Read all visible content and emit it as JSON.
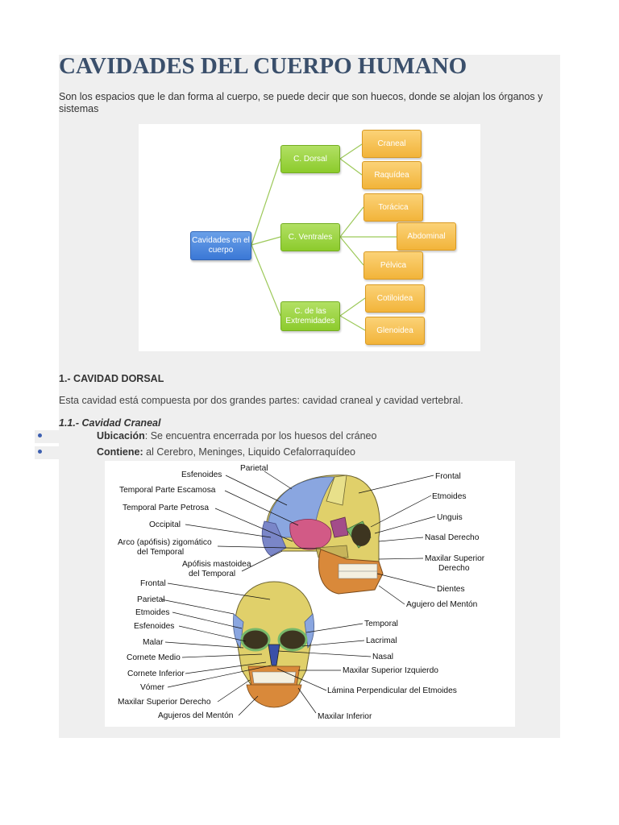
{
  "document": {
    "title": "CAVIDADES DEL CUERPO HUMANO",
    "intro": "Son los espacios que le dan forma al cuerpo, se puede decir que son huecos,  donde se alojan los órganos y sistemas",
    "diagram": {
      "root": "Cavidades en el cuerpo",
      "branches": [
        {
          "label": "C. Dorsal",
          "children": [
            "Craneal",
            "Raquídea"
          ]
        },
        {
          "label": "C. Ventrales",
          "children": [
            "Torácica",
            "Abdominal",
            "Pélvica"
          ]
        },
        {
          "label": "C. de las Extremidades",
          "children": [
            "Cotiloidea",
            "Glenoidea"
          ]
        }
      ],
      "colors": {
        "root": "#3b78d6",
        "branch": "#8ccb2c",
        "leaf": "#f2b43a"
      }
    },
    "section_1": {
      "heading": "1.- CAVIDAD DORSAL",
      "text": "Esta cavidad está compuesta por dos grandes partes: cavidad craneal y cavidad vertebral."
    },
    "section_1_1": {
      "heading": "1.1.- Cavidad Craneal",
      "bullets": [
        {
          "label": "Ubicación",
          "text": ": Se encuentra encerrada por los huesos del cráneo"
        },
        {
          "label": "Contiene:",
          "text": " al Cerebro, Meninges, Liquido Cefalorraquídeo"
        }
      ]
    },
    "skull_figure": {
      "lateral_left_labels": [
        "Parietal",
        "Esfenoides",
        "Temporal Parte Escamosa",
        "Temporal Parte Petrosa",
        "Occipital",
        "Arco (apófisis) zigomático",
        "del Temporal",
        "Apófisis mastoidea",
        "del Temporal"
      ],
      "lateral_right_labels": [
        "Frontal",
        "Etmoides",
        "Unguis",
        "Nasal Derecho",
        "Maxilar Superior",
        "Derecho",
        "Dientes",
        "Agujero del Mentón"
      ],
      "frontal_left_labels": [
        "Frontal",
        "Parietal",
        "Etmoides",
        "Esfenoides",
        "Malar",
        "Cornete Medio",
        "Cornete Inferior",
        "Vómer",
        "Maxilar Superior Derecho",
        "Agujeros del Mentón"
      ],
      "frontal_right_labels": [
        "Temporal",
        "Lacrimal",
        "Nasal",
        "Maxilar Superior Izquierdo",
        "Lámina Perpendicular del Etmoides",
        "Maxilar Inferior"
      ]
    }
  }
}
